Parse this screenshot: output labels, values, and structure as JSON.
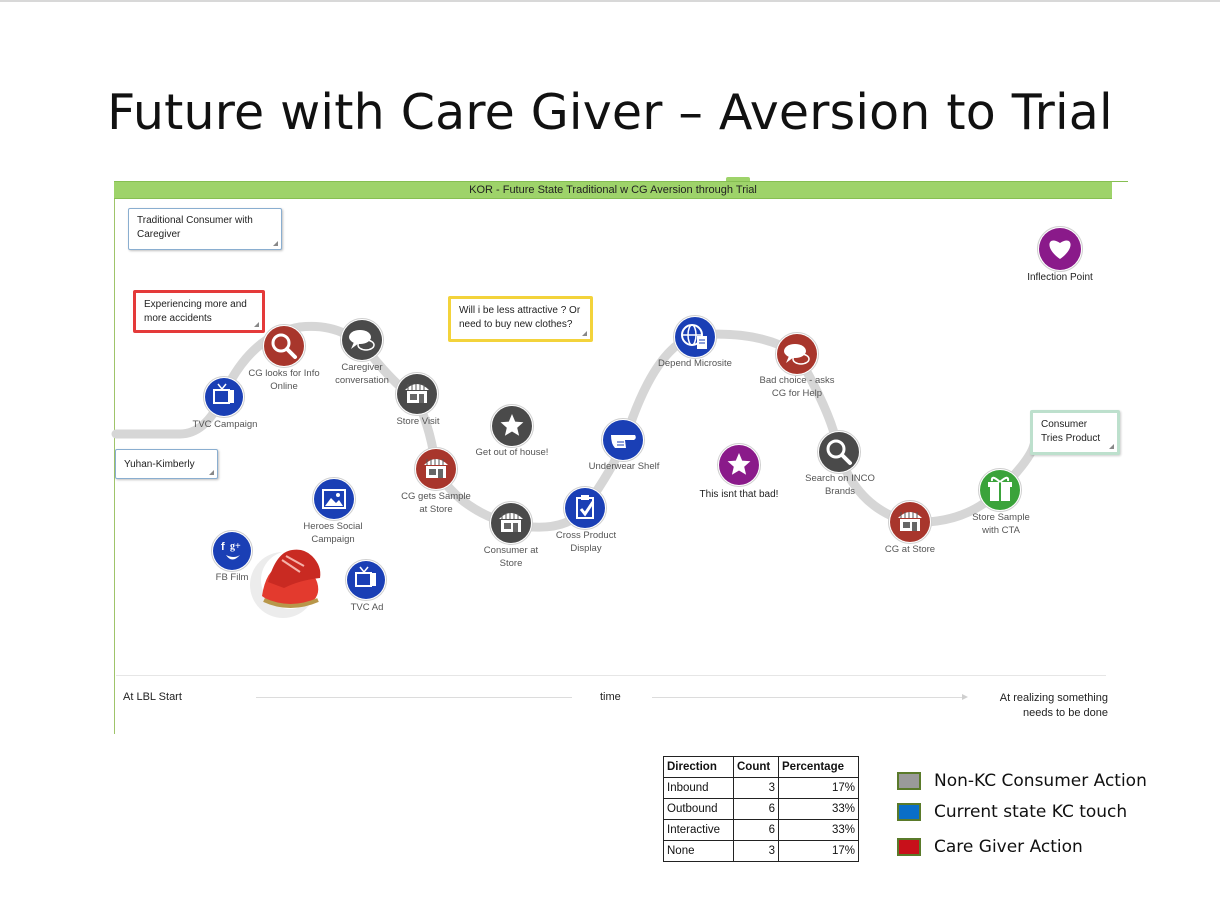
{
  "slide": {
    "title": "Future with Care Giver – Aversion to Trial"
  },
  "diagram": {
    "title": "KOR - Future State Traditional w CG Aversion through Trial",
    "nodes": [
      {
        "label": "TVC Campaign",
        "color": "#1a3fb5",
        "icon": "tv-icon"
      },
      {
        "label": "CG looks for Info Online",
        "color": "#a8362c",
        "icon": "search-icon"
      },
      {
        "label": "Caregiver conversation",
        "color": "#4a4a4a",
        "icon": "chat-bubbles-icon"
      },
      {
        "label": "Store Visit",
        "color": "#4a4a4a",
        "icon": "store-icon"
      },
      {
        "label": "CG gets Sample at Store",
        "color": "#a8362c",
        "icon": "store-icon"
      },
      {
        "label": "Consumer at Store",
        "color": "#4a4a4a",
        "icon": "store-icon"
      },
      {
        "label": "Cross Product Display",
        "color": "#1a3fb5",
        "icon": "clipboard-check-icon"
      },
      {
        "label": "Underwear Shelf",
        "color": "#1a3fb5",
        "icon": "pointing-hand-icon"
      },
      {
        "label": "Depend Microsite",
        "color": "#1a3fb5",
        "icon": "web-page-icon"
      },
      {
        "label": "Bad choice - asks CG for Help",
        "color": "#a8362c",
        "icon": "chat-bubbles-icon"
      },
      {
        "label": "Search on INCO Brands",
        "color": "#4a4a4a",
        "icon": "search-icon"
      },
      {
        "label": "CG at Store",
        "color": "#a8362c",
        "icon": "store-icon"
      },
      {
        "label": "Store Sample with CTA",
        "color": "#3aa33a",
        "icon": "gift-icon"
      },
      {
        "label": "Get out of house!",
        "color": "#4a4a4a",
        "icon": "star-icon"
      },
      {
        "label": "This isnt that bad!",
        "color": "#8a1a8a",
        "icon": "star-icon"
      },
      {
        "label": "Inflection Point",
        "color": "#8a1a8a",
        "icon": "heart-icon"
      },
      {
        "label": "Heroes Social Campaign",
        "color": "#1a3fb5",
        "icon": "image-icon"
      },
      {
        "label": "FB Film",
        "color": "#1a3fb5",
        "icon": "social-icon"
      },
      {
        "label": "TVC Ad",
        "color": "#1a3fb5",
        "icon": "tv-icon"
      }
    ],
    "notes": {
      "persona": "Traditional Consumer with Caregiver",
      "accidents": "Experiencing more and more accidents",
      "attractive": "Will i be less attractive ? Or need to buy new clothes?",
      "name": "Yuhan-Kimberly",
      "tries": "Consumer Tries Product"
    },
    "axis": {
      "start": "At LBL Start",
      "middle": "time",
      "end_line1": "At realizing something",
      "end_line2": "needs to be done"
    }
  },
  "stats_table": {
    "headers": [
      "Direction",
      "Count",
      "Percentage"
    ],
    "rows": [
      [
        "Inbound",
        "3",
        "17%"
      ],
      [
        "Outbound",
        "6",
        "33%"
      ],
      [
        "Interactive",
        "6",
        "33%"
      ],
      [
        "None",
        "3",
        "17%"
      ]
    ]
  },
  "legend": [
    {
      "label": "Non-KC Consumer Action",
      "color": "#9a9a9a"
    },
    {
      "label": "Current state KC touch",
      "color": "#0a6ec8"
    },
    {
      "label": "Care Giver Action",
      "color": "#c8101a"
    }
  ]
}
